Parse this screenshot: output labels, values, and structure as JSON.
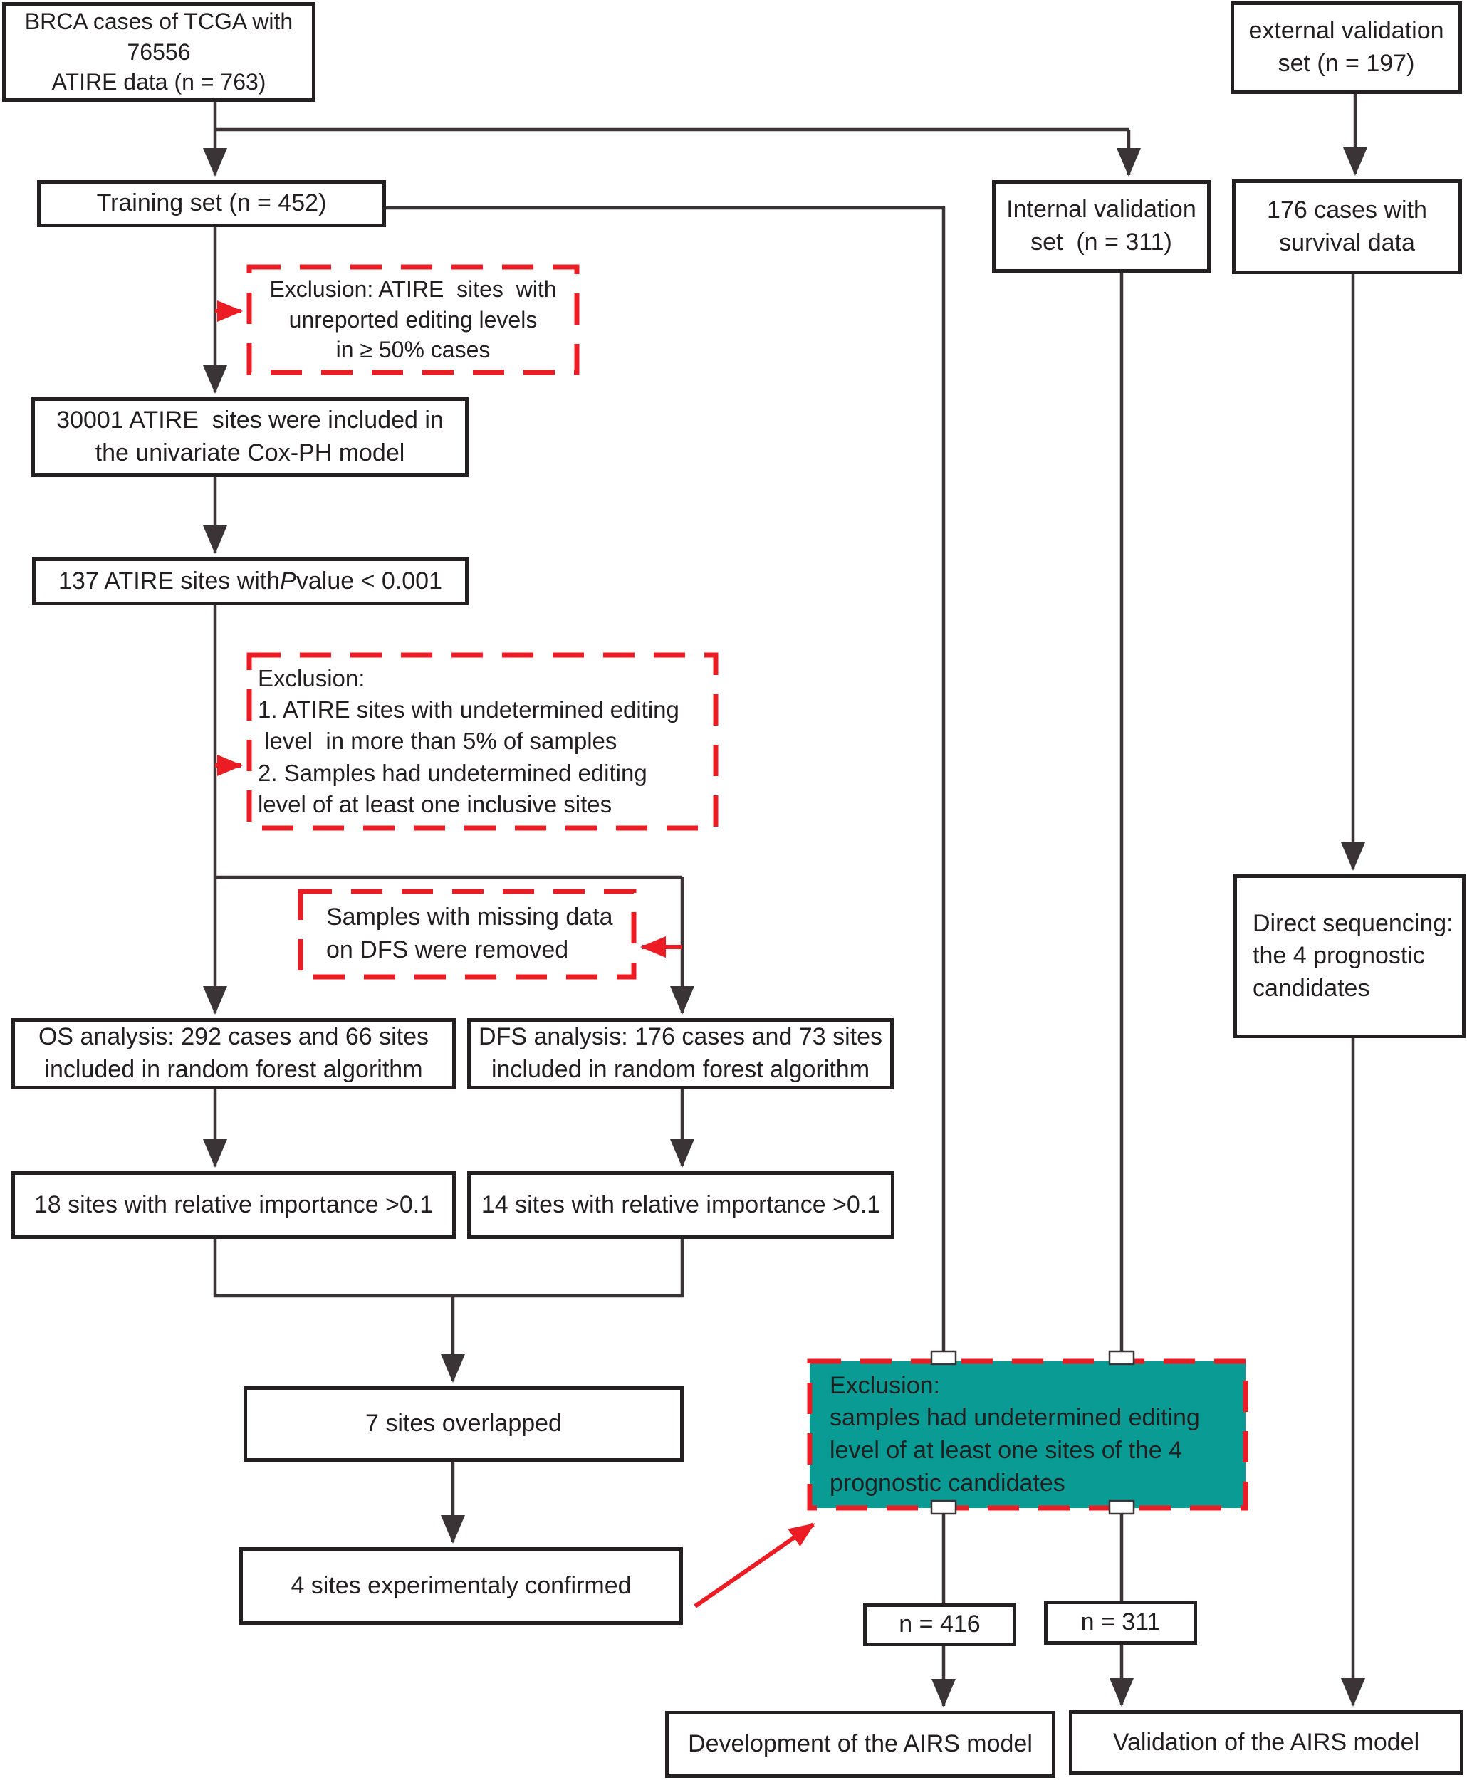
{
  "colors": {
    "red": "#ec1c24",
    "teal": "#0a9c94",
    "line": "#3b3436",
    "box_border": "#241f20",
    "text": "#231f20"
  },
  "nodes": {
    "brca": {
      "text": "BRCA cases of TCGA with 76556\nATIRE data (n = 763)"
    },
    "external_validation": {
      "text": "external validation\nset (n = 197)"
    },
    "training_set": {
      "text": "Training set (n = 452)"
    },
    "internal_validation": {
      "text": "Internal validation\nset  (n = 311)"
    },
    "cases_176": {
      "text": "176 cases with\nsurvival data"
    },
    "exclusion_1": {
      "text": "Exclusion: ATIRE  sites  with\nunreported editing levels\nin ≥ 50% cases"
    },
    "atire_30001": {
      "text": "30001 ATIRE  sites were included in\nthe univariate Cox-PH model"
    },
    "atire_137": {
      "prefix": "137 ATIRE sites with ",
      "italic": "P",
      "suffix": " value < 0.001"
    },
    "exclusion_2": {
      "text": "Exclusion:\n1. ATIRE sites with undetermined editing\n level  in more than 5% of samples\n2. Samples had undetermined editing\nlevel of at least one inclusive sites"
    },
    "dfs_removed": {
      "text": "Samples with missing data\non DFS were removed"
    },
    "os_analysis": {
      "text": "OS analysis: 292 cases and 66 sites\nincluded in random forest algorithm"
    },
    "dfs_analysis": {
      "text": "DFS analysis: 176 cases and 73 sites\nincluded in random forest algorithm"
    },
    "sites_18": {
      "text": "18 sites with relative importance >0.1"
    },
    "sites_14": {
      "text": "14 sites with relative importance >0.1"
    },
    "overlapped_7": {
      "text": "7 sites overlapped"
    },
    "confirmed_4": {
      "text": "4 sites experimentaly confirmed"
    },
    "exclusion_3": {
      "text": "Exclusion:\nsamples had undetermined editing\nlevel of at least one sites of the 4\nprognostic candidates"
    },
    "n_416": {
      "text": "n = 416"
    },
    "n_311": {
      "text": "n = 311"
    },
    "development": {
      "text": "Development of the AIRS model"
    },
    "validation": {
      "text": "Validation of the AIRS model"
    },
    "direct_sequencing": {
      "text": "Direct sequencing:\nthe 4 prognostic\ncandidates"
    }
  }
}
